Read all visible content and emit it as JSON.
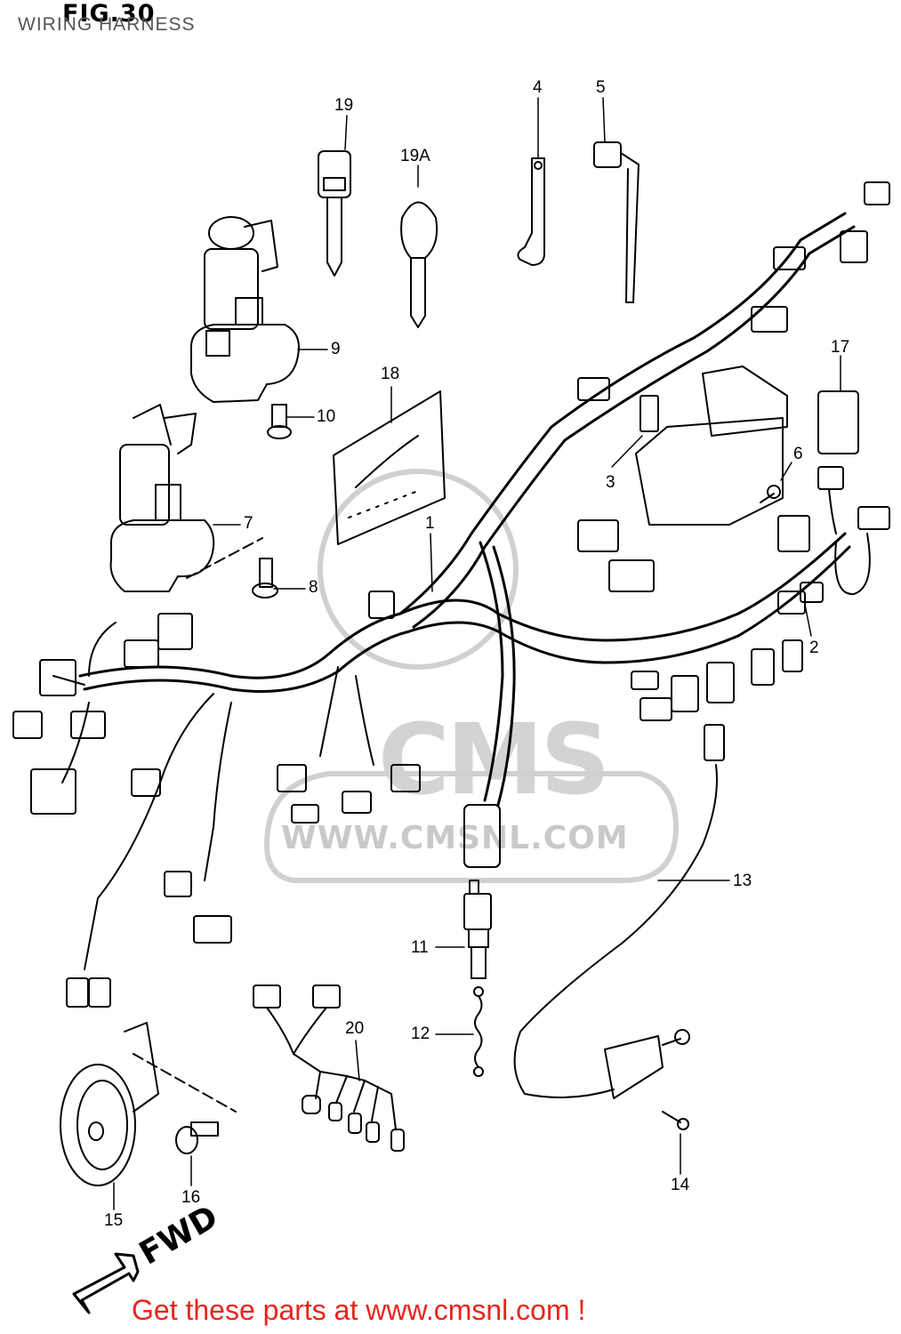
{
  "header": {
    "figure": "FIG.30",
    "subtitle": "WIRING HARNESS"
  },
  "watermark": {
    "brand": "CMS",
    "url": "WWW.CMSNL.COM"
  },
  "direction_label": "FWD",
  "footer": {
    "link_text": "Get these parts at www.cmsnl.com !",
    "link_color": "#e8251c"
  },
  "callouts": [
    {
      "id": "19",
      "label": "19"
    },
    {
      "id": "19A",
      "label": "19A"
    },
    {
      "id": "4",
      "label": "4"
    },
    {
      "id": "5",
      "label": "5"
    },
    {
      "id": "9",
      "label": "9"
    },
    {
      "id": "10",
      "label": "10"
    },
    {
      "id": "18",
      "label": "18"
    },
    {
      "id": "17",
      "label": "17"
    },
    {
      "id": "3",
      "label": "3"
    },
    {
      "id": "6",
      "label": "6"
    },
    {
      "id": "1",
      "label": "1"
    },
    {
      "id": "7",
      "label": "7"
    },
    {
      "id": "8",
      "label": "8"
    },
    {
      "id": "2",
      "label": "2"
    },
    {
      "id": "13",
      "label": "13"
    },
    {
      "id": "11",
      "label": "11"
    },
    {
      "id": "12",
      "label": "12"
    },
    {
      "id": "20",
      "label": "20"
    },
    {
      "id": "14",
      "label": "14"
    },
    {
      "id": "15",
      "label": "15"
    },
    {
      "id": "16",
      "label": "16"
    }
  ]
}
